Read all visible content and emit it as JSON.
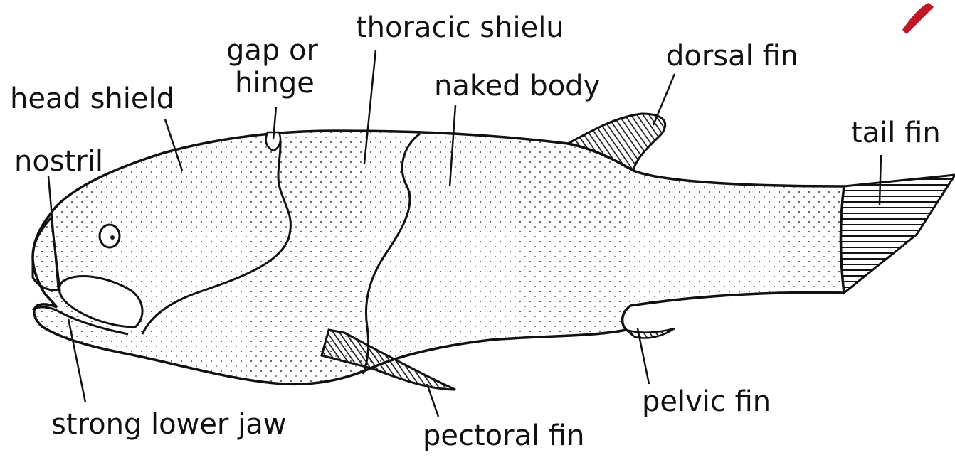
{
  "labels": {
    "head_shield": "head shield",
    "nostril": "nostril",
    "gap_line1": "gap or",
    "gap_line2": "hinge",
    "thoracic_shield": "thoracic shielu",
    "naked_body": "naked body",
    "dorsal_fin": "dorsal fin",
    "tail_fin": "tail fin",
    "pelvic_fin": "pelvic fin",
    "pectoral_fin": "pectoral fin",
    "lower_jaw": "strong lower jaw"
  },
  "colors": {
    "ink": "#111111",
    "stipple": "#555555",
    "mark": "#c0182a",
    "background": "#ffffff"
  }
}
